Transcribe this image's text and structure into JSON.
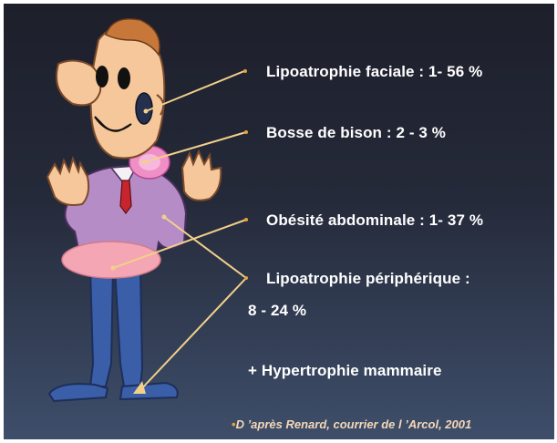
{
  "labels": {
    "lipoatrophie_faciale": "Lipoatrophie faciale : 1- 56 %",
    "bosse_de_bison": "Bosse de bison : 2 - 3 %",
    "obesite_abdominale": "Obésité abdominale : 1- 37 %",
    "lipoatrophie_peripherique_line1": "Lipoatrophie périphérique :",
    "lipoatrophie_peripherique_line2": "8 - 24 %",
    "hypertrophie_mammaire": "+ Hypertrophie mammaire"
  },
  "source": {
    "bullet": "•",
    "text": "D ’après  Renard, courrier de l ’Arcol, 2001"
  },
  "colors": {
    "background_top": "#1d1f2a",
    "background_bottom": "#3e4e6a",
    "label_text": "#ffffff",
    "pointer_line": "#f2d08a",
    "bullet": "#e8a23a",
    "skin": "#f6c79a",
    "sweater": "#b58cc6",
    "trousers": "#3a5ea8",
    "hair": "#c8773a",
    "highlight_pink": "#f4a6b4"
  }
}
